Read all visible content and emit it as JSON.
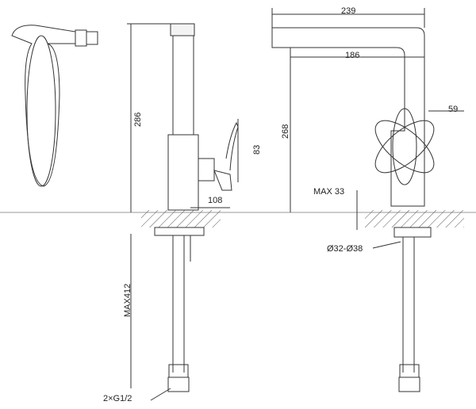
{
  "dimensions": {
    "spout_reach": "239",
    "spout_inner": "186",
    "handle_offset": "59",
    "height_right": "268",
    "height_left": "286",
    "handle_height": "83",
    "handle_depth": "108",
    "deck_thickness": "MAX 33",
    "hole_diameter": "Ø32-Ø38",
    "hose_length": "MAX412",
    "connection": "2×G1/2"
  },
  "colors": {
    "line": "#333333",
    "hatch": "#555555"
  }
}
